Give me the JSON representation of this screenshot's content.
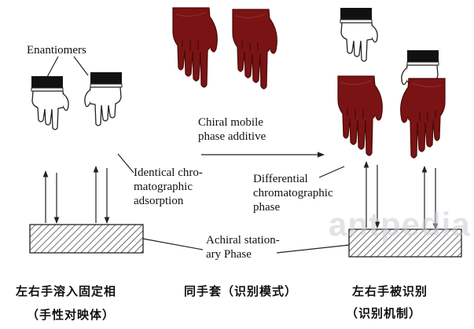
{
  "labels": {
    "enantiomers": "Enantiomers",
    "chiral_additive_line1": "Chiral mobile",
    "chiral_additive_line2": "phase additive",
    "identical_line1": "Identical chro-",
    "identical_line2": "matographic",
    "identical_line3": "adsorption",
    "differential_line1": "Differential",
    "differential_line2": "chromatographic",
    "differential_line3": "phase",
    "achiral_line1": "Achiral station-",
    "achiral_line2": "ary Phase"
  },
  "captions": {
    "left_line1": "左右手溶入固定相",
    "left_line2": "（手性对映体）",
    "middle": "同手套（识别模式）",
    "right_line1": "左右手被识别",
    "right_line2": "（识别机制）"
  },
  "watermark": "antpedia",
  "colors": {
    "glove": "#7a1414",
    "glove_dark": "#5a0c0c",
    "cuff": "#111111",
    "line": "#222222"
  }
}
